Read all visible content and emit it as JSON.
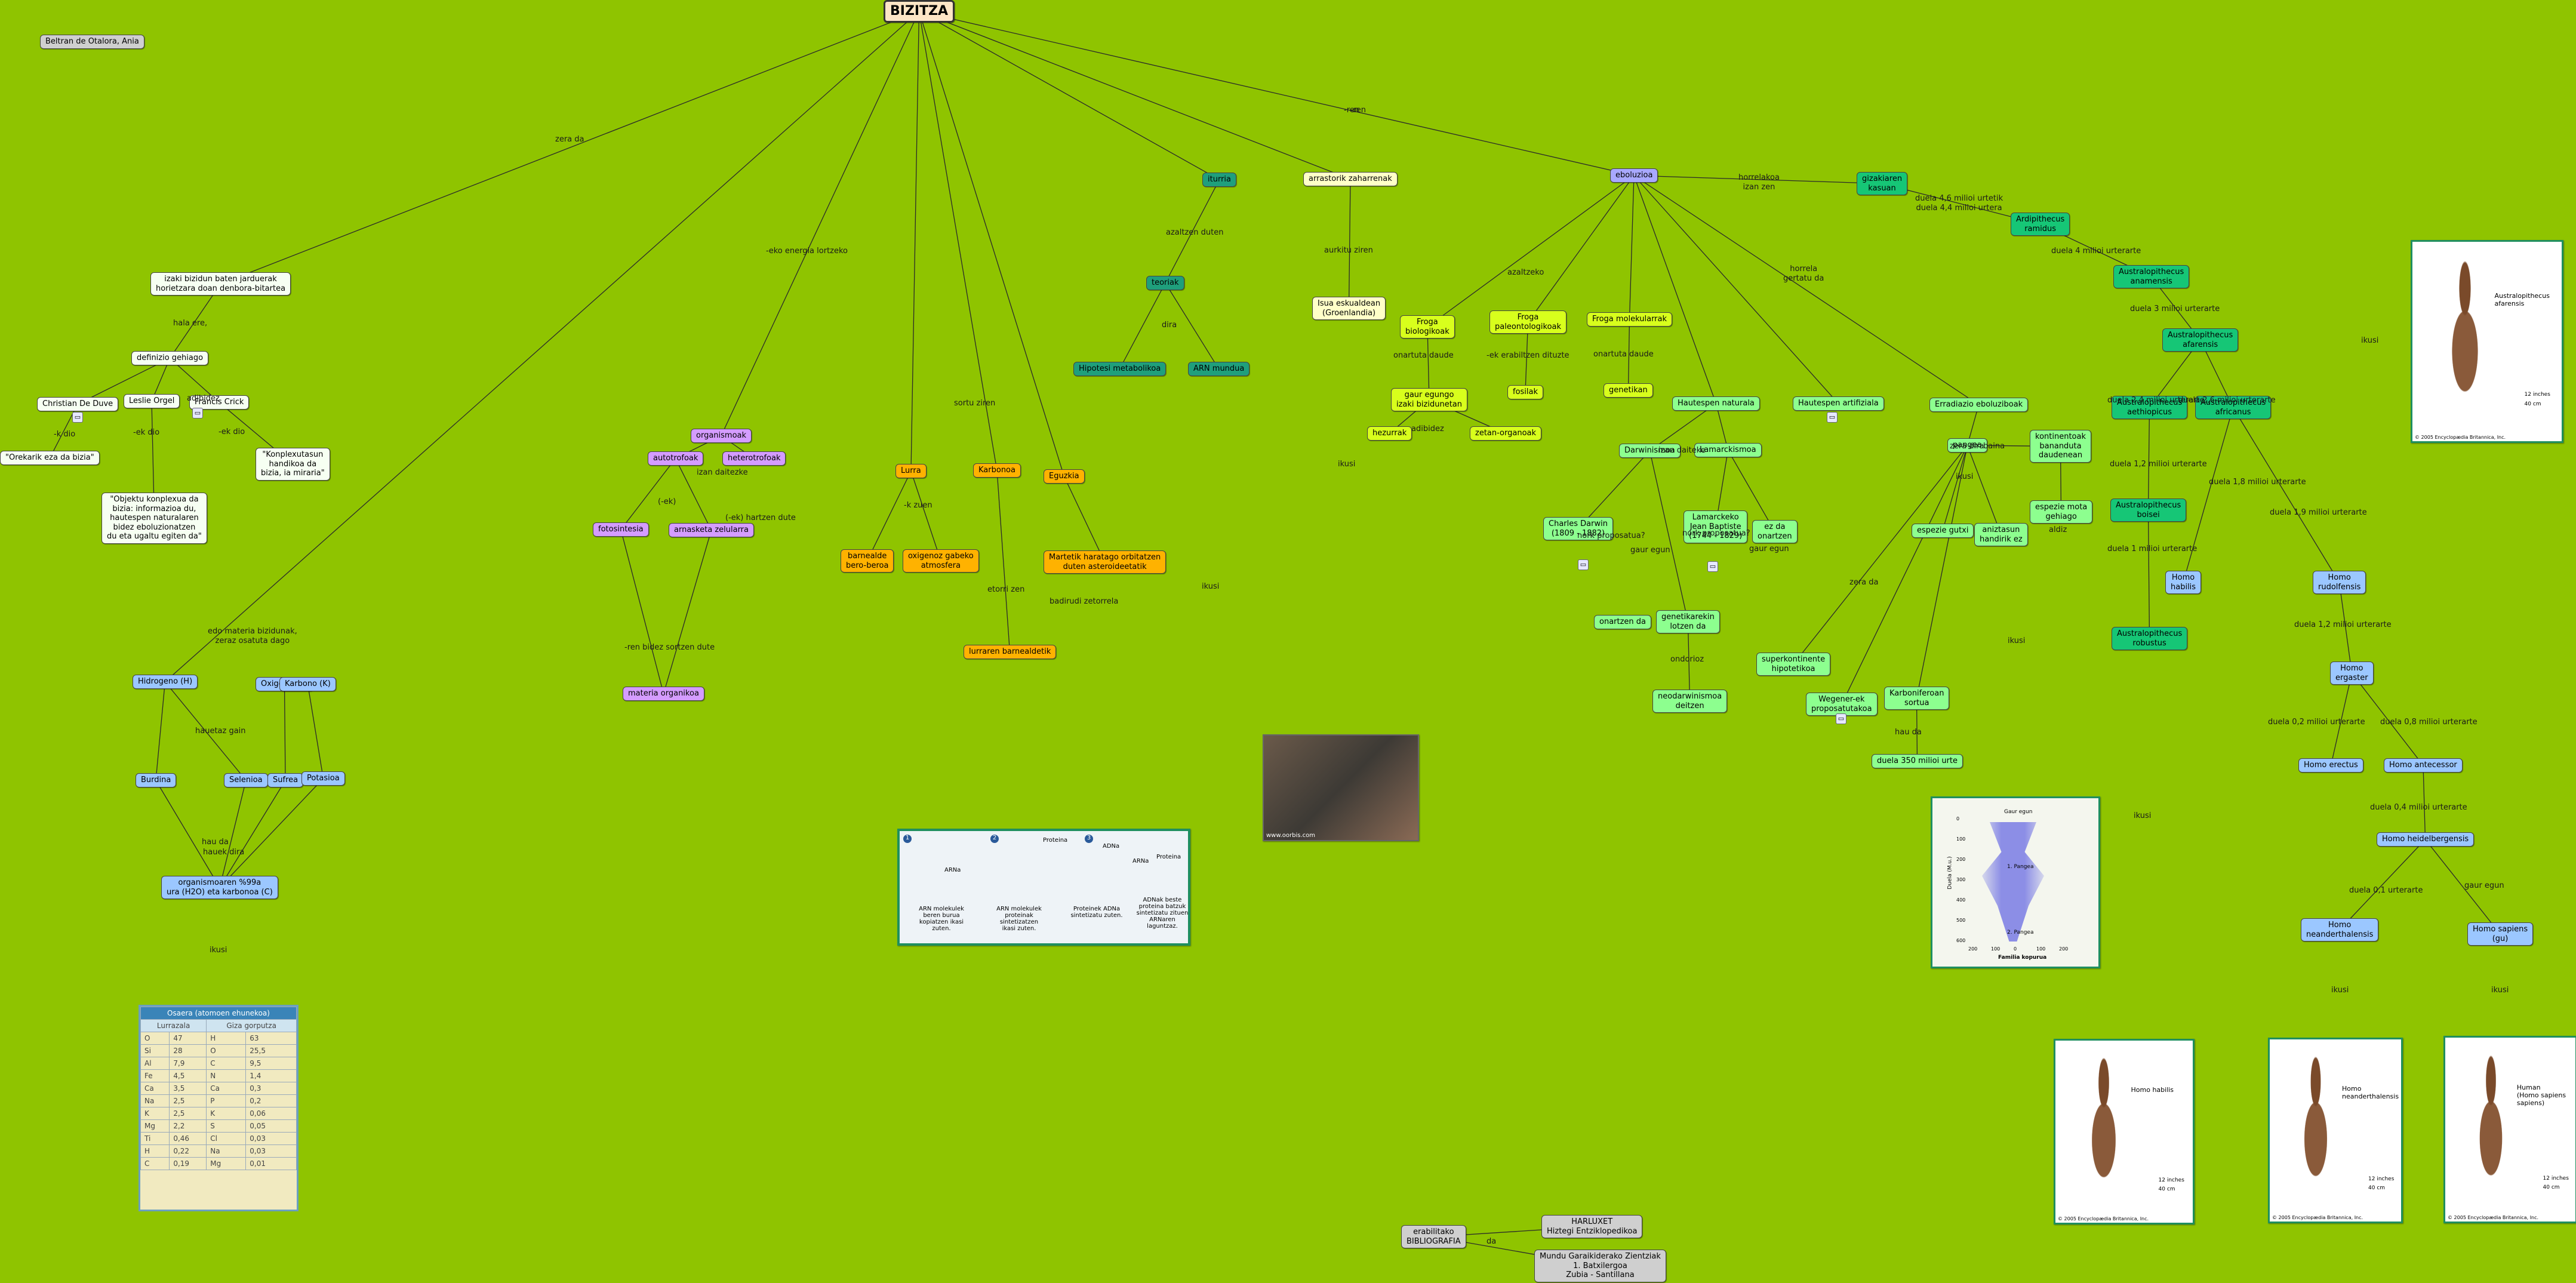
{
  "author": "Beltran de Otalora, Ania",
  "title": "BIZITZA",
  "palette": {
    "white": "#f6fff2",
    "lime": "#d8ff1c",
    "teal": "#1f9f7c",
    "green": "#16c676",
    "lgreen": "#8dff8f",
    "violet": "#d49cff",
    "orange": "#ffb200",
    "yellow": "#ffffc8",
    "blue": "#9bc7ff",
    "gray": "#cfcfcf",
    "periw": "#a8a8ff",
    "cream": "#fde5c6"
  },
  "nodes": [
    {
      "id": "author",
      "text": "Beltran de Otalora, Ania",
      "c": "gray"
    },
    {
      "id": "title",
      "text": "BIZITZA",
      "c": "cream"
    },
    {
      "id": "def",
      "text": "izaki bizidun baten jarduerak\nhorietzara doan denbora-bitartea",
      "c": "white"
    },
    {
      "id": "defg",
      "text": "definizio gehiago",
      "c": "white"
    },
    {
      "id": "duve",
      "text": "Christian De Duve",
      "c": "white"
    },
    {
      "id": "orgel",
      "text": "Leslie Orgel",
      "c": "white"
    },
    {
      "id": "crick",
      "text": "Francis Crick",
      "c": "white"
    },
    {
      "id": "q1",
      "text": "\"Orekarik eza da bizia\"",
      "c": "white"
    },
    {
      "id": "q2",
      "text": "\"Objektu konplexua da\nbizia: informazioa du,\nhautespen naturalaren\nbidez eboluzionatzen\ndu eta ugaltu egiten da\"",
      "c": "white"
    },
    {
      "id": "q3",
      "text": "\"Konplexutasun\nhandikoa da\nbizia, ia miraria\"",
      "c": "white"
    },
    {
      "id": "hidro",
      "text": "Hidrogeno (H)",
      "c": "blue"
    },
    {
      "id": "oxi",
      "text": "Oxigeno (O)",
      "c": "blue"
    },
    {
      "id": "karb",
      "text": "Karbono (K)",
      "c": "blue"
    },
    {
      "id": "burd",
      "text": "Burdina",
      "c": "blue"
    },
    {
      "id": "sele",
      "text": "Selenioa",
      "c": "blue"
    },
    {
      "id": "sufre",
      "text": "Sufrea",
      "c": "blue"
    },
    {
      "id": "pota",
      "text": "Potasioa",
      "c": "blue"
    },
    {
      "id": "orgmol",
      "text": "organismoaren %99a\nura (H2O) eta karbonoa (C)",
      "c": "blue"
    },
    {
      "id": "organ",
      "text": "organismoak",
      "c": "violet"
    },
    {
      "id": "auto",
      "text": "autotrofoak",
      "c": "violet"
    },
    {
      "id": "hetero",
      "text": "heterotrofoak",
      "c": "violet"
    },
    {
      "id": "foto",
      "text": "fotosintesia",
      "c": "violet"
    },
    {
      "id": "arnas",
      "text": "arnasketa zelularra",
      "c": "violet"
    },
    {
      "id": "matorg",
      "text": "materia organikoa",
      "c": "violet"
    },
    {
      "id": "lurra",
      "text": "Lurra",
      "c": "orange"
    },
    {
      "id": "karbo2",
      "text": "Karbonoa",
      "c": "orange"
    },
    {
      "id": "eguz",
      "text": "Eguzkia",
      "c": "orange"
    },
    {
      "id": "barn",
      "text": "barnealde\nbero-beroa",
      "c": "orange"
    },
    {
      "id": "oxig",
      "text": "oxigenoz gabeko\natmosfera",
      "c": "orange"
    },
    {
      "id": "marte",
      "text": "Martetik haratago orbitatzen\nduten asteroideetatik",
      "c": "orange"
    },
    {
      "id": "lurbarn",
      "text": "lurraren barnealdetik",
      "c": "orange"
    },
    {
      "id": "iturria",
      "text": "iturria",
      "c": "teal"
    },
    {
      "id": "teoria",
      "text": "teoriak",
      "c": "teal"
    },
    {
      "id": "hipmet",
      "text": "Hipotesi metabolikoa",
      "c": "teal"
    },
    {
      "id": "arn",
      "text": "ARN mundua",
      "c": "teal"
    },
    {
      "id": "arrast",
      "text": "arrastorik zaharrenak",
      "c": "yellow"
    },
    {
      "id": "isua",
      "text": "Isua eskualdean\n(Groenlandia)",
      "c": "yellow"
    },
    {
      "id": "ebol",
      "text": "eboluzioa",
      "c": "periw"
    },
    {
      "id": "froga1",
      "text": "Froga\nbiologikoak",
      "c": "lime"
    },
    {
      "id": "froga2",
      "text": "Froga\npaleontologikoak",
      "c": "lime"
    },
    {
      "id": "froga3",
      "text": "Froga molekularrak",
      "c": "lime"
    },
    {
      "id": "gaur",
      "text": "gaur egungo\nizaki bizidunetan",
      "c": "lime"
    },
    {
      "id": "fosil",
      "text": "fosilak",
      "c": "lime"
    },
    {
      "id": "genet",
      "text": "genetikan",
      "c": "lime"
    },
    {
      "id": "hezur",
      "text": "hezurrak",
      "c": "lime"
    },
    {
      "id": "zetan",
      "text": "zetan-organoak",
      "c": "lime"
    },
    {
      "id": "hautnat",
      "text": "Hautespen naturala",
      "c": "lgreen"
    },
    {
      "id": "hautart",
      "text": "Hautespen artifiziala",
      "c": "lgreen"
    },
    {
      "id": "errad",
      "text": "Erradiazio eboluziboak",
      "c": "lgreen"
    },
    {
      "id": "darw",
      "text": "Darwinismoa",
      "c": "lgreen"
    },
    {
      "id": "lamar",
      "text": "Lamarckismoa",
      "c": "lgreen"
    },
    {
      "id": "charles",
      "text": "Charles Darwin\n(1809 - 1882)",
      "c": "lgreen"
    },
    {
      "id": "jean",
      "text": "Lamarckeko\nJean Baptiste\n(1744 - 1829)",
      "c": "lgreen"
    },
    {
      "id": "ezda",
      "text": "ez da\nonartzen",
      "c": "lgreen"
    },
    {
      "id": "onartzen",
      "text": "onartzen da",
      "c": "lgreen"
    },
    {
      "id": "genetik2",
      "text": "genetikarekin\nlotzen da",
      "c": "lgreen"
    },
    {
      "id": "neodar",
      "text": "neodarwinismoa\ndeitzen",
      "c": "lgreen"
    },
    {
      "id": "pangea",
      "text": "pangea",
      "c": "lgreen"
    },
    {
      "id": "kontin",
      "text": "kontinentoak\nbananduta\ndaudenean",
      "c": "lgreen"
    },
    {
      "id": "espmota",
      "text": "espezie mota\ngehiago",
      "c": "lgreen"
    },
    {
      "id": "espgutxi",
      "text": "espezie gutxi",
      "c": "lgreen"
    },
    {
      "id": "aniztas",
      "text": "aniztasun\nhandirik ez",
      "c": "lgreen"
    },
    {
      "id": "superk",
      "text": "superkontinente\nhipotetikoa",
      "c": "lgreen"
    },
    {
      "id": "wegener",
      "text": "Wegener-ek\nproposatutakoa",
      "c": "lgreen"
    },
    {
      "id": "karbonif",
      "text": "Karboniferoan\nsortua",
      "c": "lgreen"
    },
    {
      "id": "duela350",
      "text": "duela 350 milioi urte",
      "c": "lgreen"
    },
    {
      "id": "giz",
      "text": "gizakiaren\nkasuan",
      "c": "green"
    },
    {
      "id": "ardi",
      "text": "Ardipithecus\nramidus",
      "c": "green"
    },
    {
      "id": "anam",
      "text": "Australopithecus\nanamensis",
      "c": "green"
    },
    {
      "id": "afar",
      "text": "Australopithecus\nafarensis",
      "c": "green"
    },
    {
      "id": "aeth",
      "text": "Australopithecus\naethiopicus",
      "c": "green"
    },
    {
      "id": "afric",
      "text": "Australopithecus\nafricanus",
      "c": "green"
    },
    {
      "id": "boisei",
      "text": "Australopithecus\nboisei",
      "c": "green"
    },
    {
      "id": "robus",
      "text": "Australopithecus\nrobustus",
      "c": "green"
    },
    {
      "id": "habil",
      "text": "Homo\nhabilis",
      "c": "blue"
    },
    {
      "id": "rudolf",
      "text": "Homo\nrudolfensis",
      "c": "blue"
    },
    {
      "id": "ergas",
      "text": "Homo\nergaster",
      "c": "blue"
    },
    {
      "id": "erect",
      "text": "Homo erectus",
      "c": "blue"
    },
    {
      "id": "antec",
      "text": "Homo antecessor",
      "c": "blue"
    },
    {
      "id": "heidel",
      "text": "Homo heidelbergensis",
      "c": "blue"
    },
    {
      "id": "neand",
      "text": "Homo\nneanderthalensis",
      "c": "blue"
    },
    {
      "id": "sapiens",
      "text": "Homo sapiens\n(gu)",
      "c": "blue"
    },
    {
      "id": "biblio",
      "text": "erabilitako\nBIBLIOGRAFIA",
      "c": "gray"
    },
    {
      "id": "harluxet",
      "text": "HARLUXET\nHiztegi Entziklopedikoa",
      "c": "gray"
    },
    {
      "id": "mundu",
      "text": "Mundu Garaikiderako Zientziak\n1. Batxilergoa\nZubia - Santillana",
      "c": "gray"
    }
  ],
  "labels": [
    {
      "id": "l_zerada",
      "text": "zera da"
    },
    {
      "id": "l_nolaere",
      "text": "hala ere,"
    },
    {
      "id": "l_adibidez",
      "text": "adibidez"
    },
    {
      "id": "l_kdio",
      "text": "-k dio"
    },
    {
      "id": "l_ekdio",
      "text": "-ek dio"
    },
    {
      "id": "l_ekdio2",
      "text": "-ek dio"
    },
    {
      "id": "l_ekenergia",
      "text": "-eko energia lortzeko"
    },
    {
      "id": "l_izandaitezke",
      "text": "izan daitezke"
    },
    {
      "id": "l_ek",
      "text": "(-ek)"
    },
    {
      "id": "l_ekhartzen",
      "text": "(-ek) hartzen dute"
    },
    {
      "id": "l_renbidez",
      "text": "-ren bidez sortzen dute"
    },
    {
      "id": "l_sortuziren",
      "text": "sortu ziren"
    },
    {
      "id": "l_kzuen",
      "text": "-k zuen"
    },
    {
      "id": "l_etorrizen",
      "text": "etorri zen"
    },
    {
      "id": "l_badirudi",
      "text": "badirudi zetorrela"
    },
    {
      "id": "l_ren",
      "text": "-ren"
    },
    {
      "id": "l_azaltzen",
      "text": "azaltzen duten"
    },
    {
      "id": "l_dira",
      "text": "dira"
    },
    {
      "id": "l_aurkituziren",
      "text": "aurkitu ziren"
    },
    {
      "id": "l_ikusi1",
      "text": "ikusi"
    },
    {
      "id": "l_ikusi2",
      "text": "ikusi"
    },
    {
      "id": "l_horrelakoa",
      "text": "horrelakoa\nizan zen"
    },
    {
      "id": "l_azaltzeko",
      "text": "azaltzeko"
    },
    {
      "id": "l_horrela",
      "text": "horrela\ngertatu da"
    },
    {
      "id": "l_onartuta1",
      "text": "onartuta daude"
    },
    {
      "id": "l_ekerabiltzen",
      "text": "-ek erabiltzen dituzte"
    },
    {
      "id": "l_onartuta2",
      "text": "onartuta daude"
    },
    {
      "id": "l_adibidez2",
      "text": "adibidez"
    },
    {
      "id": "l_izandaiteke",
      "text": "izan daiteke"
    },
    {
      "id": "l_nork1",
      "text": "nork proposatua?"
    },
    {
      "id": "l_gaur1",
      "text": "gaur egun"
    },
    {
      "id": "l_nork2",
      "text": "nork proposatua?"
    },
    {
      "id": "l_gaur2",
      "text": "gaur egun"
    },
    {
      "id": "l_ondorioz",
      "text": "ondorioz"
    },
    {
      "id": "l_zeradira",
      "text": "zera dira"
    },
    {
      "id": "l_baina",
      "text": "baina"
    },
    {
      "id": "l_ikusi3",
      "text": "ikusi"
    },
    {
      "id": "l_zerada2",
      "text": "zera da"
    },
    {
      "id": "l_hauda",
      "text": "hau da"
    },
    {
      "id": "l_aldiz",
      "text": "aldiz"
    },
    {
      "id": "l_hauda2",
      "text": "hau da"
    },
    {
      "id": "l_hauekdira",
      "text": "hauek dira"
    },
    {
      "id": "l_hauekgain",
      "text": "hauetaz gain"
    },
    {
      "id": "l_ikusi4",
      "text": "ikusi"
    },
    {
      "id": "l_edomateria",
      "text": "edo materia bizidunak,\nzeraz osatuta dago"
    },
    {
      "id": "l_d46",
      "text": "duela 4,6 milioi urtetik\nduela 4,4 milioi urtera"
    },
    {
      "id": "l_d4",
      "text": "duela 4 milioi urterarte"
    },
    {
      "id": "l_d3",
      "text": "duela 3 milioi urterarte"
    },
    {
      "id": "l_ikusi5",
      "text": "ikusi"
    },
    {
      "id": "l_d24",
      "text": "duela 2,4 milioi urterarte"
    },
    {
      "id": "l_d26",
      "text": "duela 2,6 milioi urterarte"
    },
    {
      "id": "l_d12",
      "text": "duela 1,2 milioi urterarte"
    },
    {
      "id": "l_d1",
      "text": "duela 1 milioi urterarte"
    },
    {
      "id": "l_d18",
      "text": "duela 1,8 milioi urterarte"
    },
    {
      "id": "l_d19",
      "text": "duela 1,9 milioi urterarte"
    },
    {
      "id": "l_d12b",
      "text": "duela 1,2 milioi urterarte"
    },
    {
      "id": "l_d02",
      "text": "duela 0,2 milioi urterarte"
    },
    {
      "id": "l_d08",
      "text": "duela 0,8 milioi urterarte"
    },
    {
      "id": "l_d04",
      "text": "duela 0,4 milioi urterarte"
    },
    {
      "id": "l_d01",
      "text": "duela 0,1 urterarte"
    },
    {
      "id": "l_gaur3",
      "text": "gaur egun"
    },
    {
      "id": "l_ikusi6",
      "text": "ikusi"
    },
    {
      "id": "l_ikusi7",
      "text": "ikusi"
    },
    {
      "id": "l_ikusi8",
      "text": "ikusi"
    },
    {
      "id": "l_ikusi9",
      "text": "ikusi"
    },
    {
      "id": "l_da",
      "text": "da"
    },
    {
      "id": "l_izan",
      "text": "-ren"
    }
  ],
  "table": {
    "title": "Osaera (atomoen ehunekoa)",
    "headers": [
      "Lurrazala",
      "Giza gorputza"
    ],
    "rows": [
      [
        "O",
        "47",
        "H",
        "63"
      ],
      [
        "Si",
        "28",
        "O",
        "25,5"
      ],
      [
        "Al",
        "7,9",
        "C",
        "9,5"
      ],
      [
        "Fe",
        "4,5",
        "N",
        "1,4"
      ],
      [
        "Ca",
        "3,5",
        "Ca",
        "0,3"
      ],
      [
        "Na",
        "2,5",
        "P",
        "0,2"
      ],
      [
        "K",
        "2,5",
        "K",
        "0,06"
      ],
      [
        "Mg",
        "2,2",
        "S",
        "0,05"
      ],
      [
        "Ti",
        "0,46",
        "Cl",
        "0,03"
      ],
      [
        "H",
        "0,22",
        "Na",
        "0,03"
      ],
      [
        "C",
        "0,19",
        "Mg",
        "0,01"
      ]
    ]
  },
  "images": {
    "rock": {
      "caption": "www.oorbis.com"
    },
    "arn": {
      "steps": [
        "1",
        "2",
        "3"
      ],
      "captions": [
        "ARN molekulek\nberen burua\nkopiatzen ikasi zuten.",
        "ARN molekulek\nproteinak sintetizatzen\nikasi zuten.",
        "Proteinek ADNa\nsintetizatu zuten.",
        "ADNak beste\nproteina batzuk\nsintetizatu zituen\nARNaren\nlaguntzaz."
      ],
      "tags": [
        "ARNa",
        "Proteina",
        "ADNa",
        "ARNa",
        "Proteina"
      ]
    },
    "afarensis": {
      "caption": "Australopithecus\nafarensis",
      "scale": [
        "12 inches",
        "40 cm"
      ],
      "credit": "© 2005 Encyclopædia Britannica, Inc."
    },
    "habilis": {
      "caption": "Homo habilis",
      "scale": [
        "12 inches",
        "40 cm"
      ],
      "credit": "© 2005 Encyclopædia Britannica, Inc."
    },
    "neander": {
      "caption": "Homo neanderthalensis",
      "scale": [
        "12 inches",
        "40 cm"
      ],
      "credit": "© 2005 Encyclopædia Britannica, Inc."
    },
    "sapiens": {
      "caption": "Human\n(Homo sapiens\nsapiens)",
      "scale": [
        "12 inches",
        "40 cm"
      ],
      "credit": "© 2005 Encyclopædia Britannica, Inc."
    },
    "chart": {
      "top": "Gaur egun",
      "ylabel": "Duela (M.u.)",
      "xlabel": "Familia kopurua",
      "pangea1": "1. Pangea",
      "pangea2": "2. Pangea",
      "yticks": [
        "0",
        "100",
        "200",
        "300",
        "400",
        "500",
        "600"
      ],
      "xticks": [
        "200",
        "100",
        "0",
        "100",
        "200"
      ]
    }
  }
}
